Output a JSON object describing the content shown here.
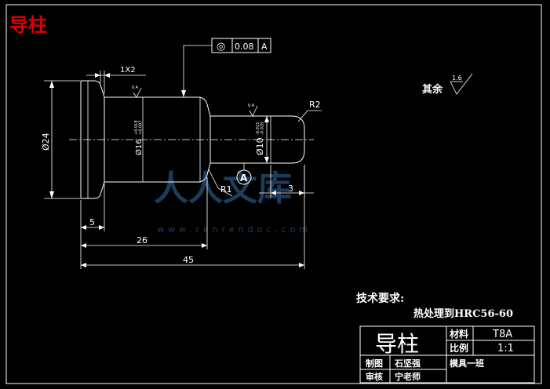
{
  "title": "导柱",
  "gdt": {
    "symbol": "◎",
    "value": "0.08",
    "datum": "A"
  },
  "dims": {
    "chamfer": "1X2",
    "dia_head": "Ø24",
    "dia_body": "Ø16",
    "dia_body_tol": "+0.018\n+0.007",
    "dia_neck": "Ø10",
    "dia_neck_tol": "-0.013\n-0.028",
    "r_left": "R1",
    "r_right": "R2",
    "len_head": "5",
    "len_mid": "26",
    "len_total": "45",
    "len_end": "3",
    "datum_label": "A",
    "rough_body": "0.4",
    "rough_neck": "0.4"
  },
  "roughness_note": {
    "label": "其余",
    "value": "1.6"
  },
  "requirements": {
    "heading": "技术要求:",
    "item": "热处理到HRC56-60"
  },
  "title_block": {
    "part_name": "导柱",
    "material_label": "材料",
    "material_value": "T8A",
    "scale_label": "比例",
    "scale_value": "1:1",
    "drawn_label": "制图",
    "drawn_value": "石坚强",
    "checked_label": "审核",
    "checked_value": "宁老师",
    "class_value": "模具一班"
  },
  "watermark": {
    "text": "人人文库",
    "url": "www.renrendoc.com"
  }
}
